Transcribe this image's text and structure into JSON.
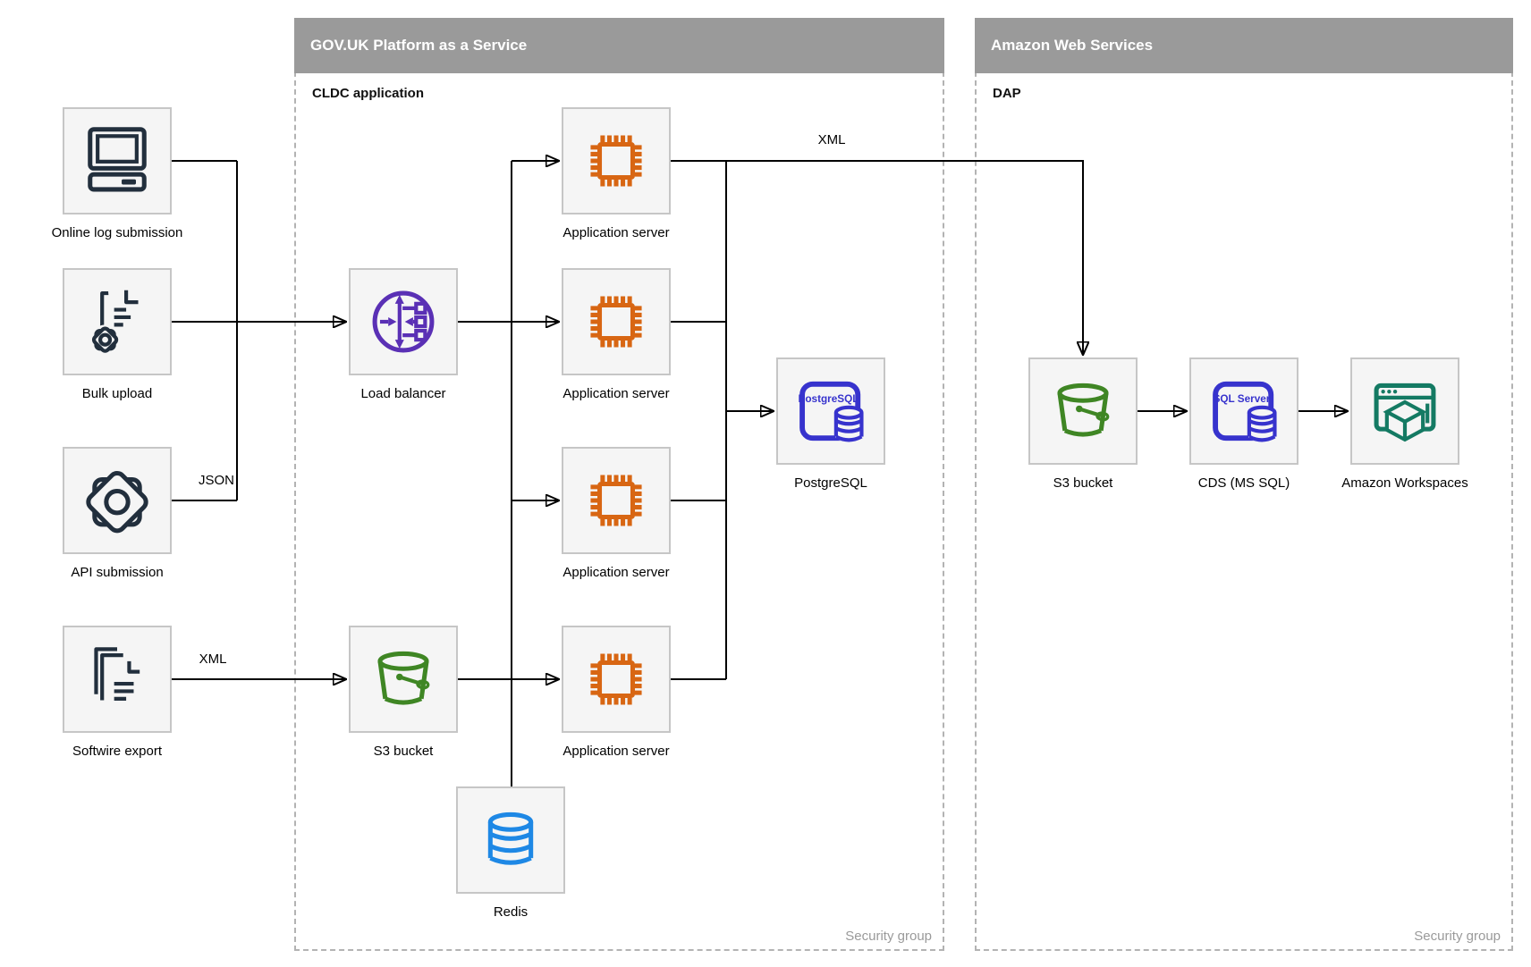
{
  "containers": {
    "paas": {
      "title": "GOV.UK Platform as a Service",
      "sublabel": "CLDC application",
      "footer": "Security group"
    },
    "aws": {
      "title": "Amazon Web Services",
      "sublabel": "DAP",
      "footer": "Security group"
    }
  },
  "nodes": {
    "online_log": {
      "label": "Online log submission",
      "icon": "desktop-computer-icon"
    },
    "bulk_upload": {
      "label": "Bulk upload",
      "icon": "document-gear-icon"
    },
    "api_submission": {
      "label": "API submission",
      "icon": "gear-icon"
    },
    "softwire_export": {
      "label": "Softwire export",
      "icon": "documents-icon"
    },
    "load_balancer": {
      "label": "Load balancer",
      "icon": "load-balancer-icon"
    },
    "app_server_1": {
      "label": "Application server",
      "icon": "chip-icon"
    },
    "app_server_2": {
      "label": "Application server",
      "icon": "chip-icon"
    },
    "app_server_3": {
      "label": "Application server",
      "icon": "chip-icon"
    },
    "app_server_4": {
      "label": "Application server",
      "icon": "chip-icon"
    },
    "postgresql": {
      "label": "PostgreSQL",
      "icon": "postgresql-database-icon",
      "icon_text": "PostgreSQL"
    },
    "s3_paas": {
      "label": "S3 bucket",
      "icon": "s3-bucket-icon"
    },
    "redis": {
      "label": "Redis",
      "icon": "database-cylinder-icon"
    },
    "s3_aws": {
      "label": "S3 bucket",
      "icon": "s3-bucket-icon"
    },
    "cds": {
      "label": "CDS (MS SQL)",
      "icon": "sql-server-database-icon",
      "icon_text": "SQL Server"
    },
    "workspaces": {
      "label": "Amazon Workspaces",
      "icon": "workspaces-window-icon"
    }
  },
  "edge_labels": {
    "app_to_aws": "XML",
    "api_to_lb": "JSON",
    "softwire_to_s3": "XML"
  },
  "colors": {
    "header-bg": "#9a9a9a",
    "box-bg": "#f5f5f5",
    "box-border": "#c6c6c6",
    "dashed-border": "#b3b3b3",
    "edge": "#000000",
    "navy": "#222f3d",
    "purple": "#5a30b5",
    "orange": "#d86613",
    "db-blue": "#3733cd",
    "green": "#3f8624",
    "redis-blue": "#1e88e5",
    "teal": "#147a63",
    "muted": "#9a9a9a"
  }
}
